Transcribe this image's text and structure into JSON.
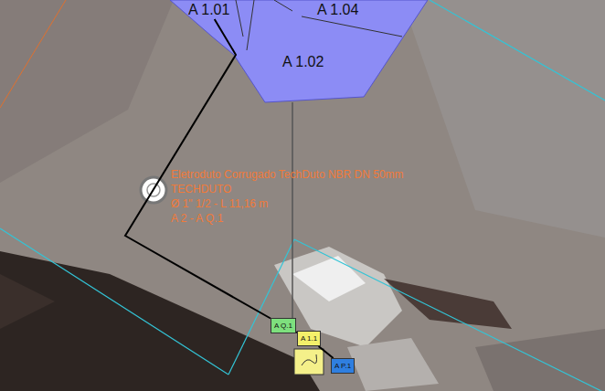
{
  "diagram": {
    "nodes": [
      {
        "text": [
          "A 1.01"
        ]
      },
      {
        "text": [
          "A 1.04"
        ]
      },
      {
        "text": [
          "A 1.02"
        ]
      },
      {
        "text": [
          "A Q.1"
        ]
      },
      {
        "text": [
          "A 1.1"
        ]
      },
      {
        "text": [
          "A P.1"
        ]
      }
    ],
    "edges": [
      {
        "from": 0,
        "to": 3,
        "arrow": "none"
      },
      {
        "from": 3,
        "to": 4,
        "arrow": "none"
      },
      {
        "from": 4,
        "to": 5,
        "arrow": "none"
      }
    ],
    "labels": [
      "Eletroduto Corrugado TechDuto NBR DN 50mm",
      "TECHDUTO",
      "Ø 1\" 1/2 - L 11,16 m",
      "A 2 - A Q.1"
    ]
  }
}
